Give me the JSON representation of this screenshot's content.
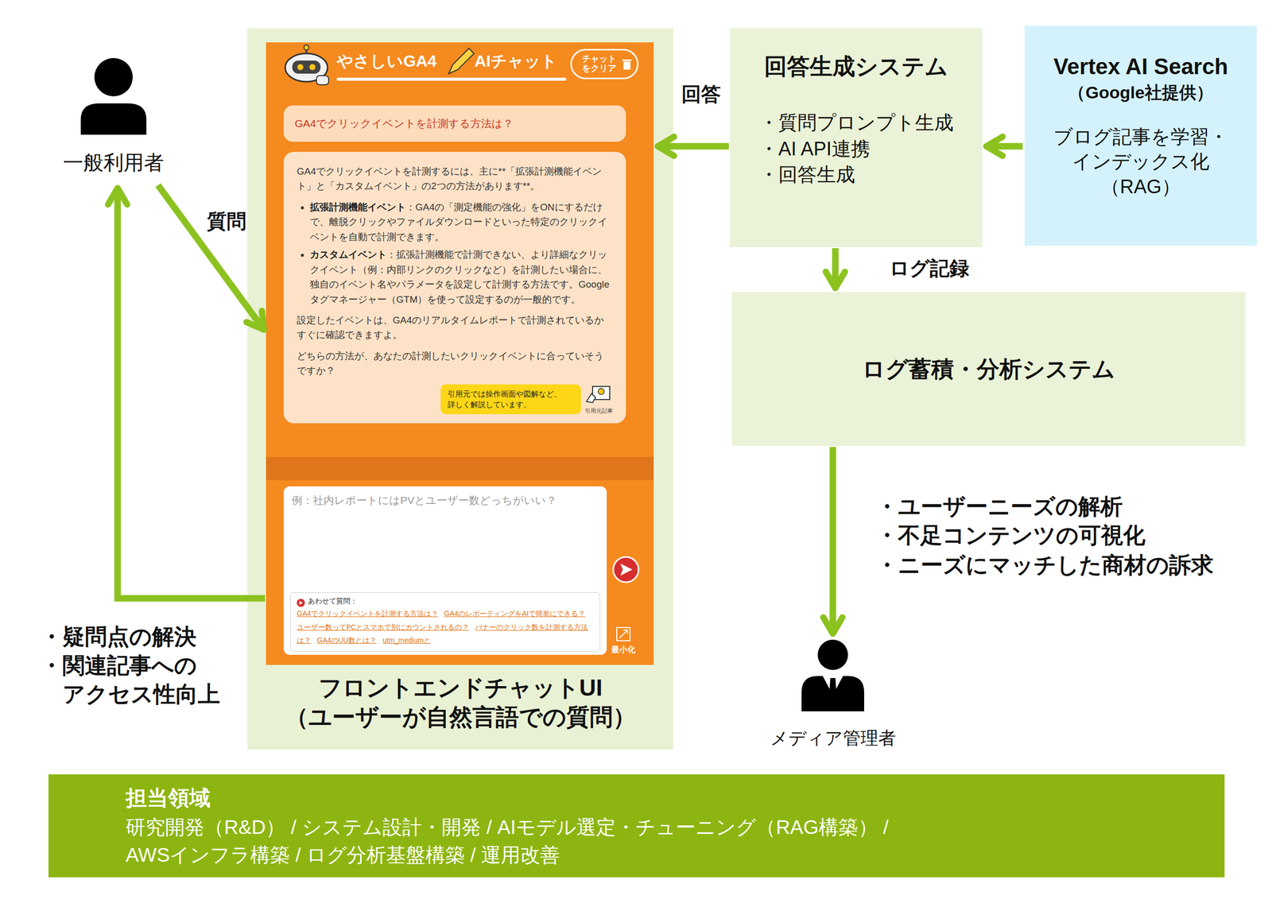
{
  "diagram": {
    "nodes": [
      {
        "text": [
          "一般利用者"
        ]
      },
      {
        "text": [
          "フロントエンドチャットUI （ユーザーが自然言語での質問）"
        ]
      },
      {
        "text": [
          "やさしいGA4",
          "AIチャット",
          "最小化"
        ],
        "in": 1
      },
      {
        "text": [
          "チャットをクリア"
        ],
        "in": 2
      },
      {
        "text": [
          "GA4でクリックイベントを計測する方法は？"
        ],
        "in": 2
      },
      {
        "text": [
          "GA4でクリックイベントを計測するには、主に**「拡張計測機能イベント」と「カスタムイベント」の2つの方法があります**。",
          "拡張計測機能イベント",
          "：GA4の「測定機能の強化」をONにするだけで、離脱クリックやファイルダウンロードといった特定のクリックイベントを自動で計測できます。",
          "カスタムイベント",
          "：拡張計測機能で計測できない、より詳細なクリックイベント（例：内部リンクのクリックなど）を計測したい場合に、独自のイベント名やパラメータを設定して計測する方法です。Googleタグマネージャー（GTM）を使って設定するのが一般的です。",
          "設定したイベントは、GA4のリアルタイムレポートで計測されているかすぐに確認できますよ。",
          "どちらの方法が、あなたの計測したいクリックイベントに合っていそうですか？"
        ],
        "in": 2
      },
      {
        "text": [
          "引用元では操作画面や図解など、 詳しく解説しています。",
          "引用元記事"
        ],
        "in": 5
      },
      {
        "text": [
          "例：社内レポートにはPVとユーザー数どっちがいい？"
        ],
        "in": 2
      },
      {
        "text": [
          "あわせて質問：",
          "GA4でクリックイベントを計測する方法は？",
          "GA4のレポーティングをAIで簡単にできる？",
          "ユーザー数ってPCとスマホで別にカウントされるの？",
          "バナーのクリック数を計測する方法は？",
          "GA4のUU数とは？",
          "utm_mediumと"
        ],
        "in": 7
      },
      {
        "text": [
          "回答生成システム",
          "・質問プロンプト生成",
          "・AI API連携",
          "・回答生成"
        ]
      },
      {
        "text": [
          "Vertex AI Search",
          "（Google社提供）",
          "ブログ記事を学習・ インデックス化 （RAG）"
        ]
      },
      {
        "text": [
          "ログ蓄積・分析システム"
        ]
      },
      {
        "text": [
          "メディア管理者"
        ]
      },
      {
        "text": [
          "担当領域",
          "研究開発（R&D） / システム設計・開発 / AIモデル選定・チューニング（RAG構築） / AWSインフラ構築 / ログ分析基盤構築 / 運用改善"
        ]
      }
    ],
    "edges": [
      {
        "from": 0,
        "to": 2,
        "label": "質問",
        "arrow": "to"
      },
      {
        "from": 2,
        "to": 0,
        "arrow": "to"
      },
      {
        "from": 9,
        "to": 2,
        "label": "回答",
        "arrow": "to"
      },
      {
        "from": 10,
        "to": 9,
        "arrow": "to"
      },
      {
        "from": 9,
        "to": 11,
        "label": "ログ記録",
        "arrow": "to"
      },
      {
        "from": 11,
        "to": 12,
        "arrow": "to"
      }
    ],
    "labels": [
      "・ユーザーニーズの解析",
      "・不足コンテンツの可視化",
      "・ニーズにマッチした商材の訴求",
      "・疑問点の解決",
      "・関連記事への アクセス性向上"
    ]
  }
}
